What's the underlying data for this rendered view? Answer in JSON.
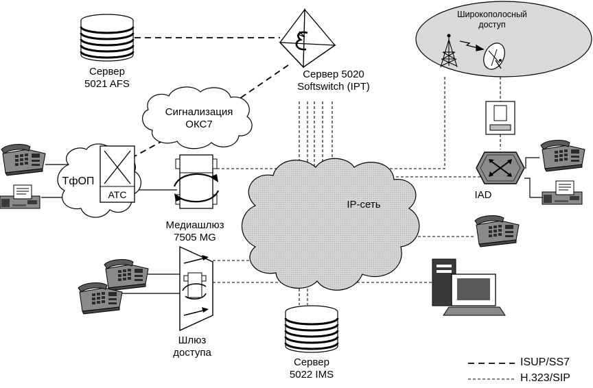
{
  "labels": {
    "afs_server": {
      "line1": "Сервер",
      "line2": "5021 AFS"
    },
    "softswitch": {
      "line1": "Сервер 5020",
      "line2": "Softswitch (IPT)"
    },
    "broadband": {
      "line1": "Широкополосный",
      "line2": "доступ"
    },
    "signaling": {
      "line1": "Сигнализация",
      "line2": "ОКС7"
    },
    "pstn": "ТфОП",
    "exchange": "АТС",
    "mediagateway": {
      "line1": "Медиашлюз",
      "line2": "7505 MG"
    },
    "ip_network": "IP-сеть",
    "iad": "IAD",
    "access_gateway": {
      "line1": "Шлюз",
      "line2": "доступа"
    },
    "ims_server": {
      "line1": "Сервер",
      "line2": "5022 IMS"
    }
  },
  "legend": [
    {
      "style": "long-dash",
      "label": "ISUP/SS7"
    },
    {
      "style": "short-dash",
      "label": "H.323/SIP"
    }
  ],
  "icons": {
    "afs_server": "database-cylinder-icon",
    "softswitch": "pyramid-softswitch-icon",
    "telephone": "desk-telephone-icon",
    "fax": "fax-machine-icon",
    "antenna": "radio-tower-icon",
    "dish": "satellite-dish-icon",
    "modem": "modem-icon",
    "iad": "router-icon",
    "workstation": "desktop-computer-icon",
    "ims_server": "database-cylinder-icon"
  }
}
